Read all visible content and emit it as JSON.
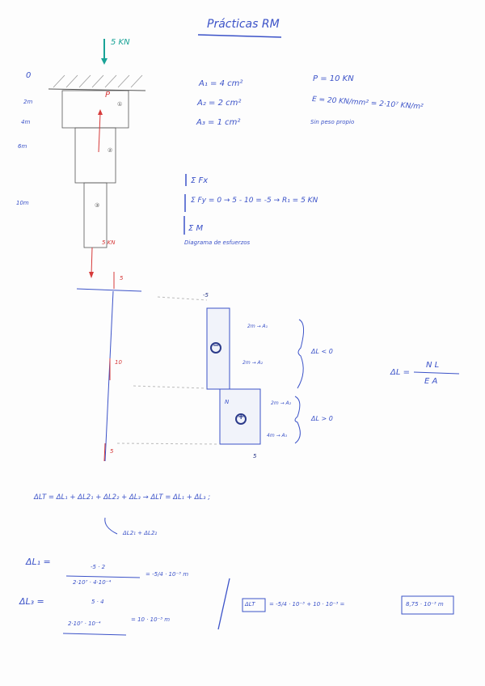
{
  "title": "Prácticas RM",
  "colors": {
    "ink": "#3b52c8",
    "red": "#d63a3a",
    "teal": "#19a397"
  },
  "diagram": {
    "top_load": "5 KN",
    "bottom_load": "5 KN",
    "p_label": "P",
    "positions": [
      "0",
      "2m",
      "4m",
      "6m",
      "10m"
    ],
    "section_marks": [
      "①",
      "②",
      "③"
    ]
  },
  "data": {
    "a1": "A₁ = 4 cm²",
    "a2": "A₂ = 2 cm²",
    "a3": "A₃ = 1 cm²",
    "p": "P = 10 KN",
    "e": "E = 20 KN/mm² = 2·10⁷ KN/m²",
    "note": "Sin peso propio"
  },
  "equilibrium": {
    "fx": "Σ Fx",
    "fy": "Σ Fy = 0 → 5 - 10 = -5 → R₁ = 5 KN",
    "m": "Σ M"
  },
  "axial": {
    "heading": "Diagrama de esfuerzos",
    "top_force": "5",
    "mid_force": "10",
    "bottom_force": "5",
    "neg_value": "-5",
    "pos_value": "5",
    "n_label": "N",
    "neg_sign": "−",
    "pos_sign": "+",
    "seg1": "2m → A₁",
    "seg2": "2m → A₂",
    "seg3": "2m → A₂",
    "seg4": "4m → A₃",
    "dl_neg": "ΔL < 0",
    "dl_pos": "ΔL > 0",
    "formula_left": "ΔL =",
    "formula_num": "N L",
    "formula_den": "E A"
  },
  "calc": {
    "total": "ΔLT = ΔL₁ + ΔL2₁ + ΔL2₂ + ΔL₃  →  ΔLT = ΔL₁ + ΔL₃ ;",
    "note": "ΔL2₁ + ΔL2₂",
    "dl1_left": "ΔL₁ =",
    "dl1_num": "-5 · 2",
    "dl1_den": "2·10⁷ · 4·10⁻⁴",
    "dl1_res": "= -5/4 · 10⁻³ m",
    "dl3_left": "ΔL₃ =",
    "dl3_num": "5 · 4",
    "dl3_den": "2·10⁷ · 10⁻⁴",
    "dl3_res": "= 10 · 10⁻³ m",
    "result_label": "ΔLT",
    "result_expr": "= -5/4 · 10⁻³ + 10 · 10⁻³ =",
    "result_value": "8,75 · 10⁻³ m"
  }
}
